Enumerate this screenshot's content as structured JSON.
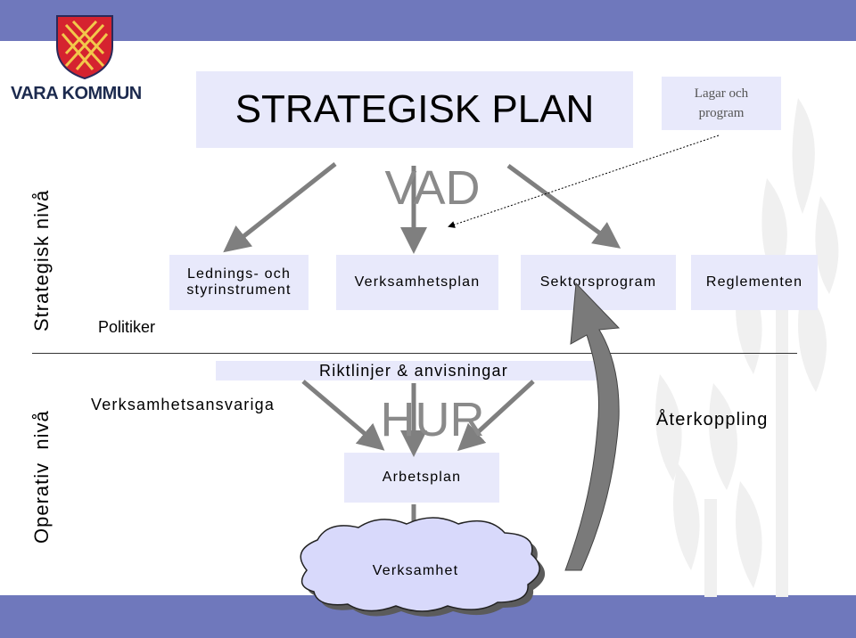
{
  "branding": {
    "org_name": "VARA KOMMUN"
  },
  "title": "STRATEGISK PLAN",
  "lagar_box": {
    "line1": "Lagar och",
    "line2": "program"
  },
  "vad": "VAD",
  "hur": "HUR",
  "levels": {
    "strategic": "Strategisk nivå",
    "operative": "Operativ  nivå"
  },
  "roles": {
    "politiker": "Politiker",
    "verksamhetsansvariga": "Verksamhetsansvariga"
  },
  "strategic_boxes": {
    "ledning_line1": "Lednings- och",
    "ledning_line2": "styrinstrument",
    "verksamhetsplan": "Verksamhetsplan",
    "sektorsprogram": "Sektorsprogram",
    "reglementen": "Reglementen"
  },
  "riktlinjer": "Riktlinjer & anvisningar",
  "arbetsplan": "Arbetsplan",
  "verksamhet": "Verksamhet",
  "aterkoppling": "Återkoppling",
  "colors": {
    "band": "#6f78bc",
    "box_fill": "#e8e9fb",
    "arrow": "#7f7f7f",
    "logo_red": "#d5232f",
    "logo_gold": "#f2c84b"
  }
}
